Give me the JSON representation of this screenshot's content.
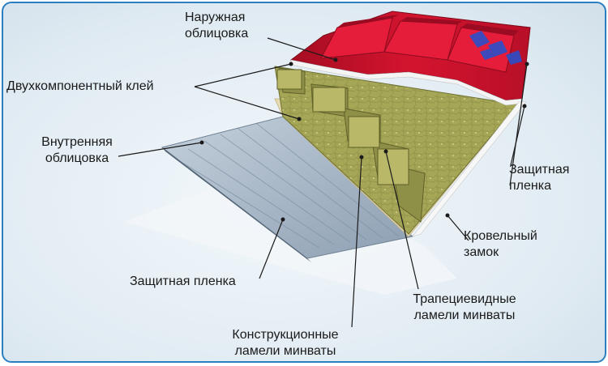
{
  "labels": {
    "outer_cladding": [
      "Наружная",
      "облицовка"
    ],
    "adhesive": "Двухкомпонентный клей",
    "inner_cladding": [
      "Внутренняя",
      "облицовка"
    ],
    "protective_film_bottom": "Защитная пленка",
    "protective_film_right": [
      "Защитная",
      "пленка"
    ],
    "roof_lock": [
      "Кровельный",
      "замок"
    ],
    "trapezoid_lamellas": [
      "Трапециевидные",
      "ламели минваты"
    ],
    "structural_lamellas": [
      "Конструкционные",
      "ламели минваты"
    ]
  },
  "colors": {
    "frame_border": "#2a7fc0",
    "outer_sheet": "#c8102e",
    "mineral_wool": "#a9aa55",
    "inner_sheet": "#8fa4b8",
    "adhesive": "#e8dcb3"
  }
}
